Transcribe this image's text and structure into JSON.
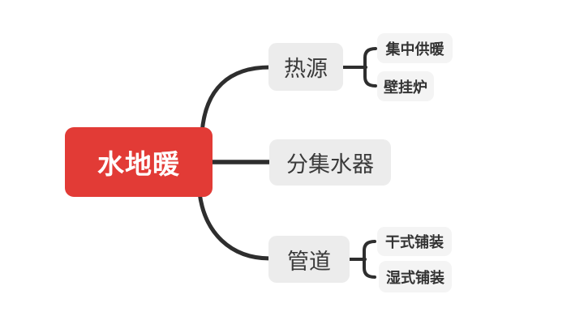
{
  "colors": {
    "background": "#ffffff",
    "root_bg": "#e23b36",
    "root_text": "#ffffff",
    "branch_bg": "#ececec",
    "leaf_bg": "#f4f4f4",
    "node_text": "#3a3a3a",
    "line": "#2e2e2e"
  },
  "mindmap": {
    "root": {
      "label": "水地暖"
    },
    "branches": [
      {
        "label": "热源",
        "children": [
          {
            "label": "集中供暖"
          },
          {
            "label": "壁挂炉"
          }
        ]
      },
      {
        "label": "分集水器",
        "children": []
      },
      {
        "label": "管道",
        "children": [
          {
            "label": "干式铺装"
          },
          {
            "label": "湿式铺装"
          }
        ]
      }
    ]
  }
}
